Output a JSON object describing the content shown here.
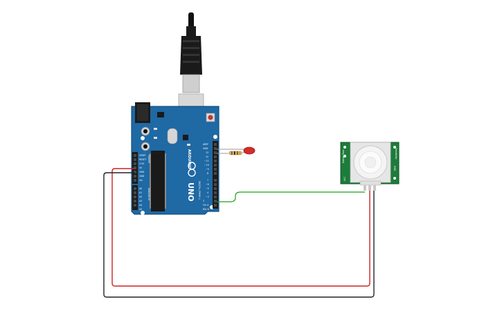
{
  "circuit": {
    "board": {
      "brand": "ARDUINO",
      "model": "UNO",
      "digital_header_label": "DIGITAL (PWM~)",
      "digital_pins": [
        "AREF",
        "GND",
        "13",
        "12",
        "~11",
        "~10",
        "~9",
        "8",
        "7",
        "~6",
        "~5",
        "4",
        "~3",
        "2",
        "TX→1",
        "RX←0"
      ],
      "power_pins": [
        "IOREF",
        "RESET",
        "3.3V",
        "5V",
        "GND",
        "GND",
        "Vin"
      ],
      "analog_pins": [
        "A0",
        "A1",
        "A2",
        "A3",
        "A4",
        "A5"
      ],
      "analog_header_label": "ANALOG IN",
      "power_header_label": "POWER"
    },
    "sensor": {
      "pin_labels": [
        "VCC",
        "OUT",
        "GND"
      ],
      "side_labels": [
        "Detect Time",
        "Sensitivity"
      ]
    },
    "components": {
      "led": "led",
      "resistor": "resistor"
    },
    "wire_colors": {
      "vcc": "#cc2222",
      "ground": "#222222",
      "signal": "#1aa11a"
    },
    "colors": {
      "board": "#1f69a4",
      "board_edge": "#16507e",
      "sensor_pcb": "#1c7c3a",
      "led": "#d92a2a"
    }
  }
}
